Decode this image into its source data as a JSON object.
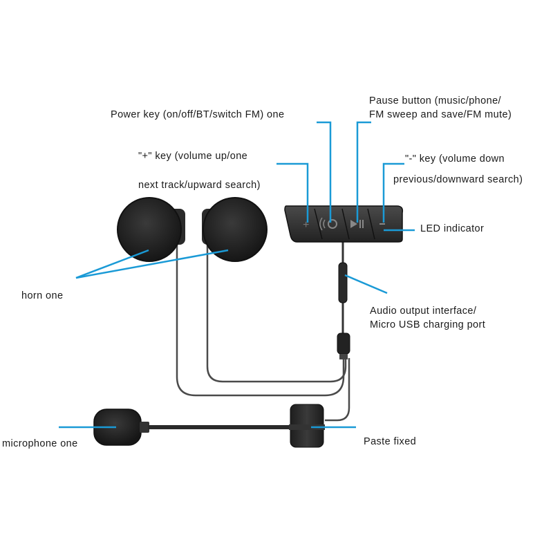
{
  "diagram": {
    "title": "Motorcycle helmet Bluetooth headset components",
    "accent_color": "#1a9ad6",
    "labels": {
      "power_key": "Power key (on/off/BT/switch FM) one",
      "pause_line1": "Pause button (music/phone/",
      "pause_line2": "FM sweep and save/FM mute)",
      "plus_line1": "\"+\" key (volume up/one",
      "plus_line2": "next track/upward search)",
      "minus_line1": "\"-\" key (volume down",
      "minus_line2": "previous/downward search)",
      "led": "LED indicator",
      "horn": "horn one",
      "audio_line1": "Audio output interface/",
      "audio_line2": "Micro USB charging port",
      "microphone": "microphone one",
      "paste": "Paste fixed"
    },
    "buttons": [
      {
        "name": "plus",
        "glyph": "+"
      },
      {
        "name": "power-bt",
        "glyph": "power-bluetooth"
      },
      {
        "name": "play-pause",
        "glyph": "play-pause"
      },
      {
        "name": "minus",
        "glyph": "−"
      }
    ]
  }
}
